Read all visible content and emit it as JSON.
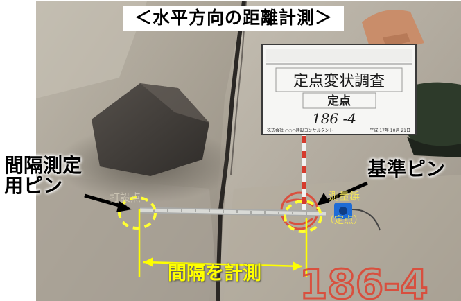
{
  "title": "＜水平方向の距離計測＞",
  "labels": {
    "left_line1": "間隔測定",
    "left_line2": "用ピン",
    "right": "基準ピン",
    "bottom": "間隔を計測"
  },
  "board": {
    "heading": "定点変状調査",
    "subheading": "定点",
    "point_number": "186 -4",
    "footer_left": "株式会社 ○○○建設コンサルタント",
    "footer_right": "平成 17年 10月 21日"
  },
  "painted_marks": {
    "faint_pin_text": "打設点",
    "survey_mark_line1": "測量鋲",
    "survey_mark_line2": "（定点）",
    "ground_number": "186-4"
  },
  "colors": {
    "annotation_yellow": "#ffff00",
    "paint_red": "#e0412f",
    "pin_circle": "#ffff33"
  }
}
